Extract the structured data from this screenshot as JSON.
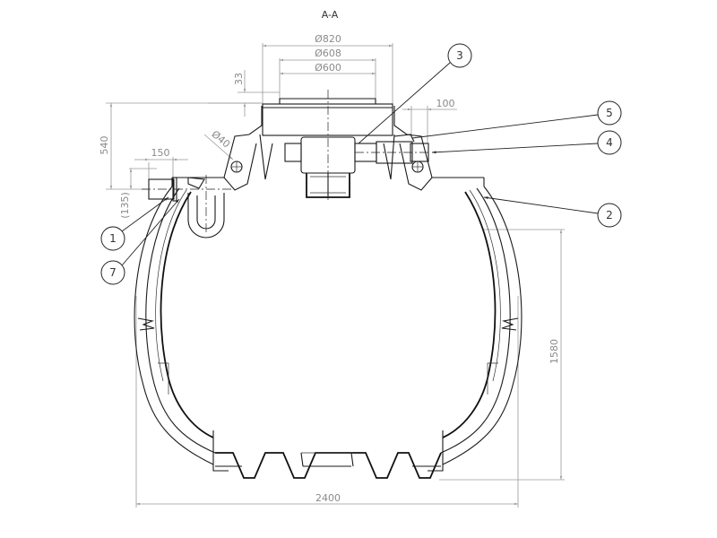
{
  "drawing": {
    "section_label": "A-A",
    "dimensions": {
      "outer_diameter_top": "Ø820",
      "riser_diameter_mid": "Ø608",
      "riser_diameter_inner": "Ø600",
      "riser_offset": "33",
      "height_to_inlet": "540",
      "inlet_projection": "150",
      "inlet_depth_ref": "(135)",
      "vent_diameter": "Ø40",
      "outlet_projection": "100",
      "overall_height": "1580",
      "overall_width": "2400"
    },
    "balloons": [
      {
        "id": "1",
        "label": "1"
      },
      {
        "id": "2",
        "label": "2"
      },
      {
        "id": "3",
        "label": "3"
      },
      {
        "id": "4",
        "label": "4"
      },
      {
        "id": "5",
        "label": "5"
      },
      {
        "id": "7",
        "label": "7"
      }
    ]
  }
}
